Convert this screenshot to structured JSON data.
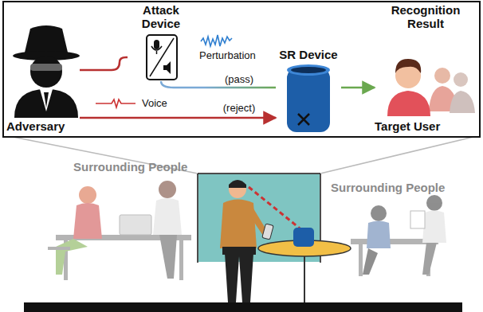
{
  "diagram": {
    "nodes": [
      {
        "text": [
          "Adversary"
        ]
      },
      {
        "text": [
          "Attack Device"
        ]
      },
      {
        "text": [
          "SR Device"
        ]
      },
      {
        "text": [
          "Recognition Result",
          "Target User"
        ]
      }
    ],
    "edges": [
      {
        "from": 0,
        "to": 1,
        "arrow": "none"
      },
      {
        "from": 1,
        "to": 2,
        "label": "(pass)",
        "arrow": "none"
      },
      {
        "from": 2,
        "to": 3,
        "arrow": "to"
      },
      {
        "from": 0,
        "to": 2,
        "label": "(reject)",
        "arrow": "to"
      }
    ],
    "labels": [
      "Perturbation",
      "Voice",
      "Surrounding People",
      "Surrounding People"
    ]
  }
}
